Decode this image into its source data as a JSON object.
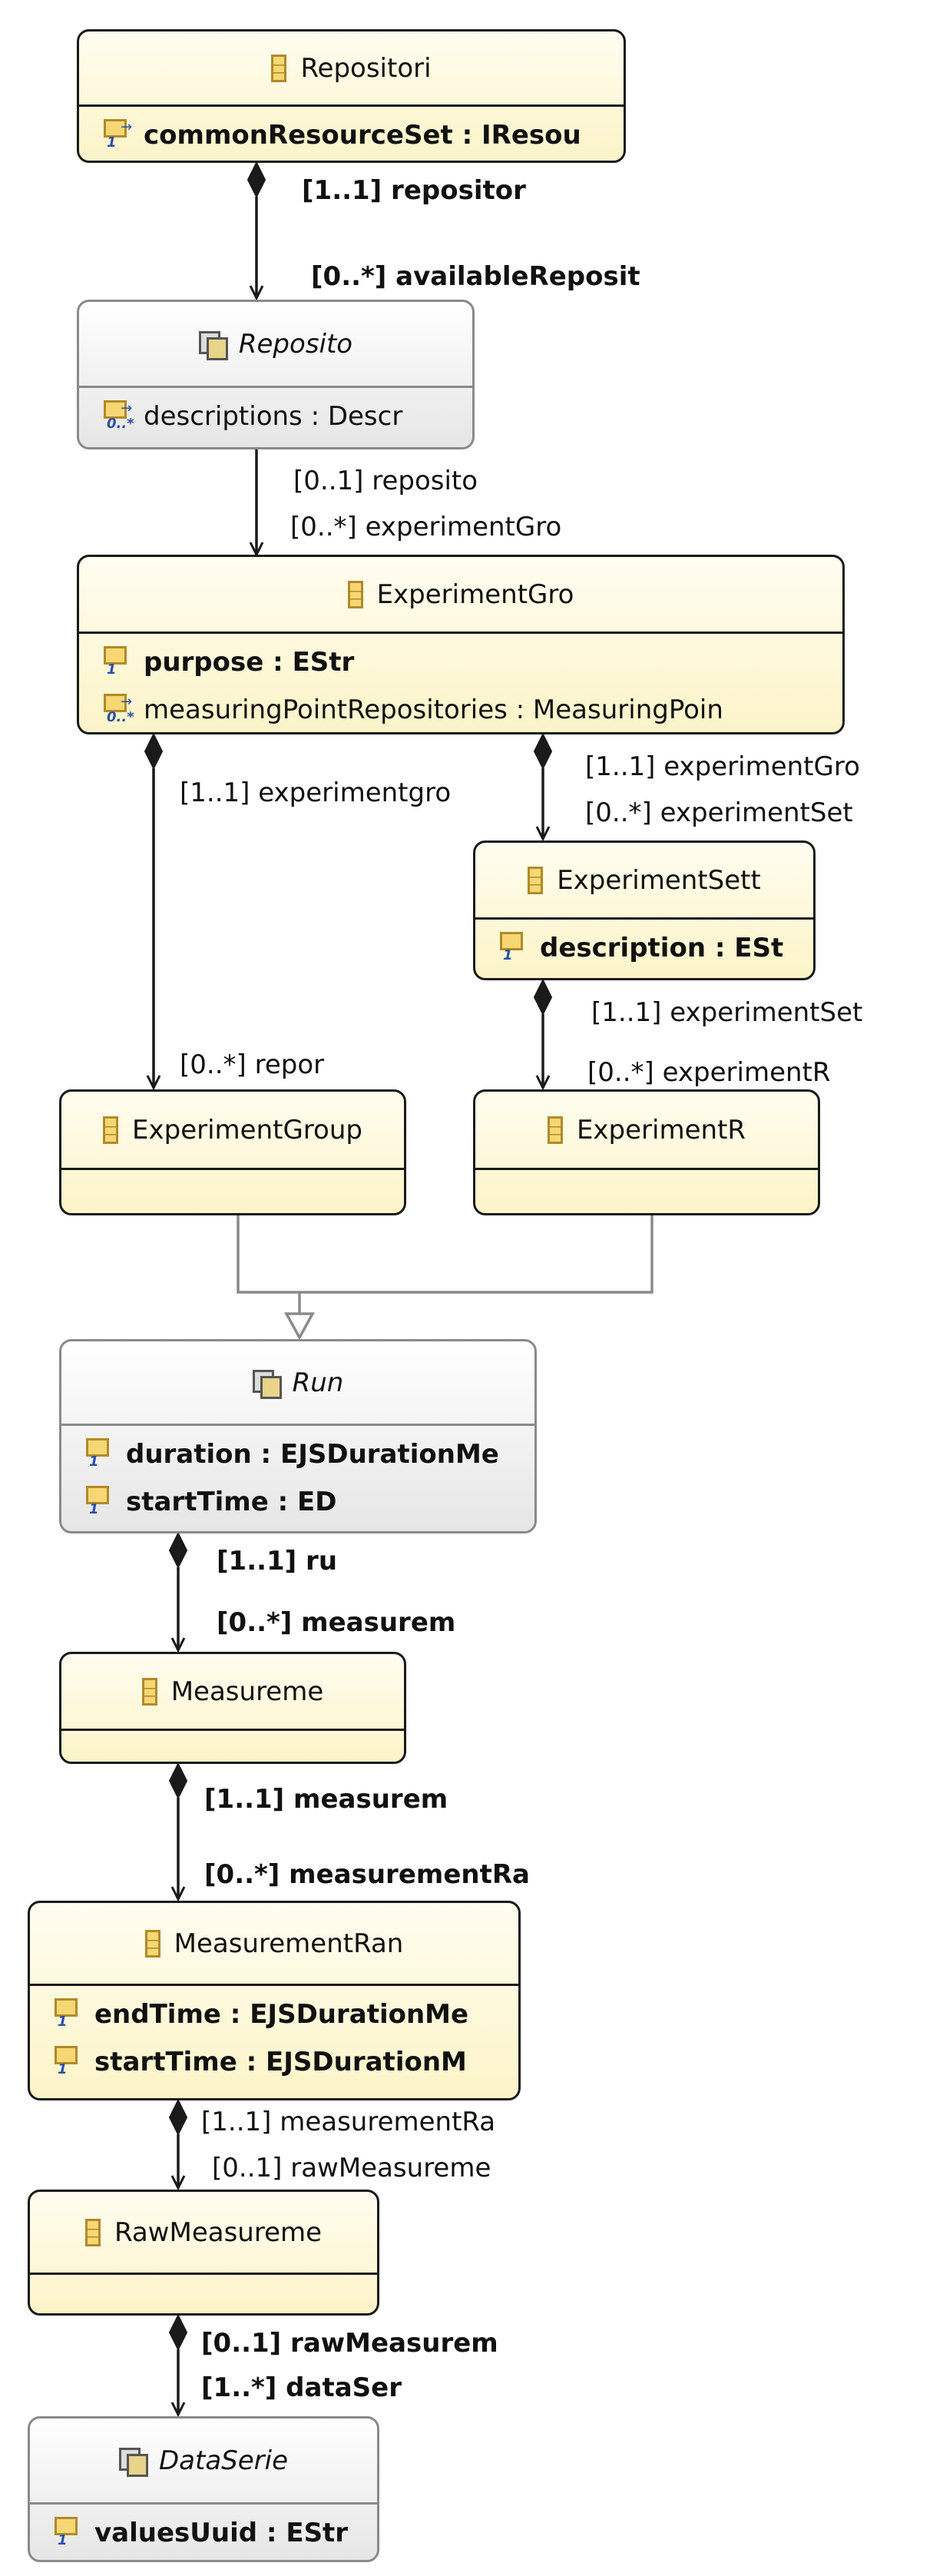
{
  "classes": {
    "repositories": {
      "name": "Repositori",
      "attrs": [
        {
          "text": "commonResourceSet : IResou",
          "mult": "1",
          "ref": true
        }
      ]
    },
    "repository": {
      "name": "Reposito",
      "attrs": [
        {
          "text": "descriptions : Descr",
          "mult": "0..*",
          "ref": true
        }
      ]
    },
    "experiment_group": {
      "name": "ExperimentGro",
      "attrs": [
        {
          "text": "purpose : EStr",
          "mult": "1",
          "ref": false
        },
        {
          "text": "measuringPointRepositories : MeasuringPoin",
          "mult": "0..*",
          "ref": true
        }
      ]
    },
    "experiment_setting": {
      "name": "ExperimentSett",
      "attrs": [
        {
          "text": "description : ESt",
          "mult": "1",
          "ref": false
        }
      ]
    },
    "experiment_group_run": {
      "name": "ExperimentGroup",
      "attrs": []
    },
    "experiment_run": {
      "name": "ExperimentR",
      "attrs": []
    },
    "run": {
      "name": "Run",
      "attrs": [
        {
          "text": "duration : EJSDurationMe",
          "mult": "1",
          "ref": false
        },
        {
          "text": "startTime : ED",
          "mult": "1",
          "ref": false
        }
      ]
    },
    "measurement": {
      "name": "Measureme",
      "attrs": []
    },
    "measurement_range": {
      "name": "MeasurementRan",
      "attrs": [
        {
          "text": "endTime : EJSDurationMe",
          "mult": "1",
          "ref": false
        },
        {
          "text": "startTime : EJSDurationM",
          "mult": "1",
          "ref": false
        }
      ]
    },
    "raw_measurements": {
      "name": "RawMeasureme",
      "attrs": []
    },
    "data_series": {
      "name": "DataSerie",
      "attrs": [
        {
          "text": "valuesUuid : EStr",
          "mult": "1",
          "ref": false
        }
      ]
    }
  },
  "labels": {
    "repositories_owner": "[1..1] repositor",
    "available_repositories": "[0..*] availableReposit",
    "repository_back": "[0..1] reposito",
    "experiment_groups": "[0..*] experimentGro",
    "experimentgroup_owner": "[1..1] experimentgro",
    "reports": "[0..*] repor",
    "group_of_setting": "[1..1] experimentGro",
    "experiment_settings": "[0..*] experimentSet",
    "setting_of_run": "[1..1] experimentSet",
    "experiment_runs": "[0..*] experimentR",
    "run_owner": "[1..1] ru",
    "measurements": "[0..*] measurem",
    "measurement_owner": "[1..1] measurem",
    "measurement_ranges": "[0..*] measurementRa",
    "range_owner": "[1..1] measurementRa",
    "raw_measurements": "[0..1] rawMeasureme",
    "raw_owner": "[0..1] rawMeasurem",
    "data_series": "[1..*] dataSer"
  },
  "colors": {
    "border": "#1a1a1a",
    "class_fill_top": "#fffdf0",
    "class_fill_bottom": "#fcf4c8",
    "abstract_border": "#8a8a8a",
    "inheritance": "#8a8a8a",
    "multiplicity": "#2a4fa8"
  }
}
